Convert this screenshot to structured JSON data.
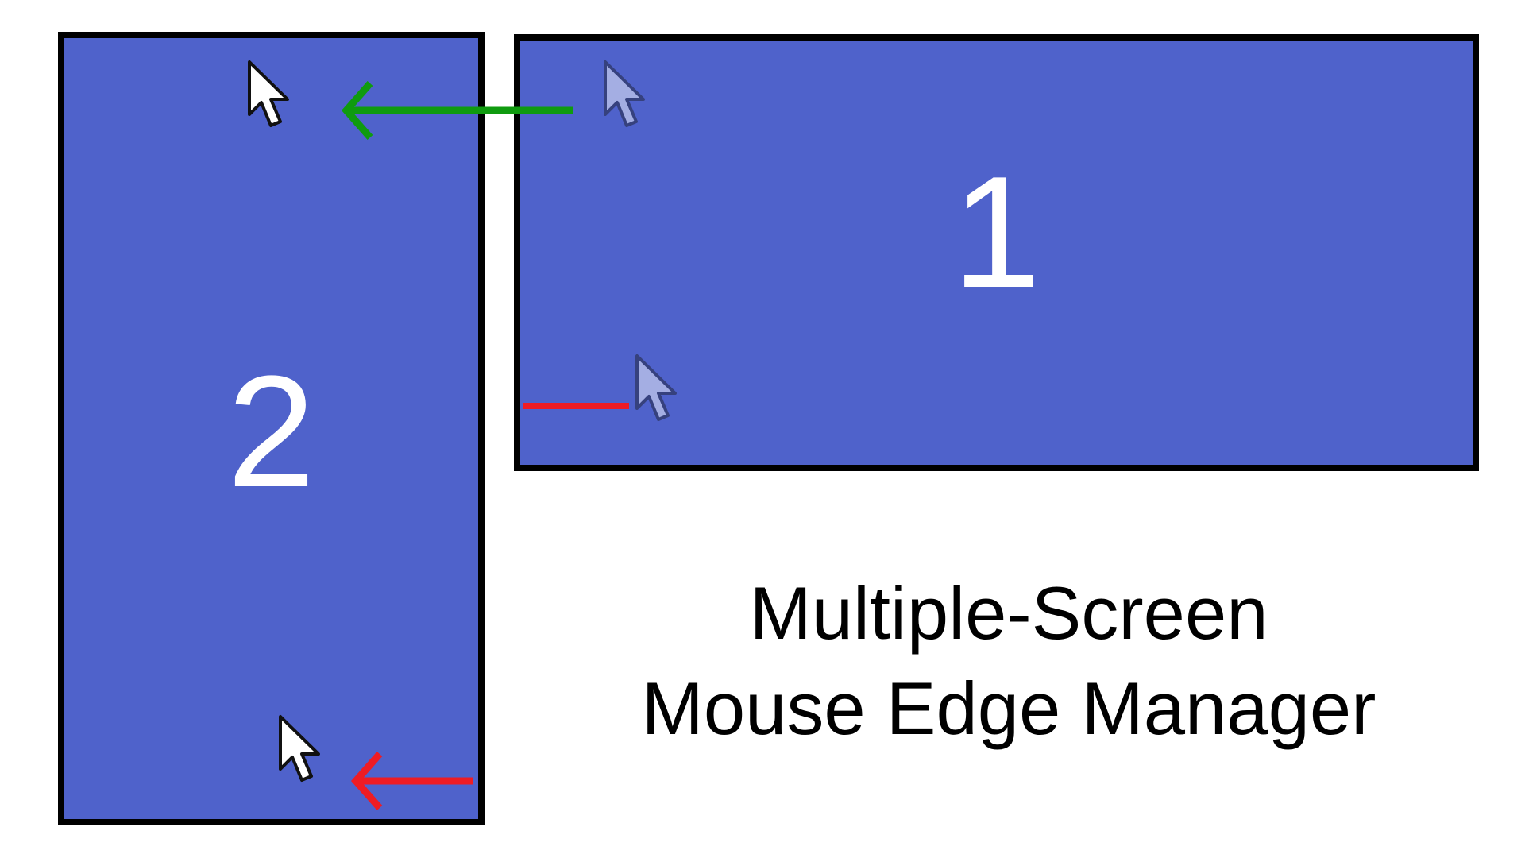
{
  "screens": [
    {
      "id": "1",
      "label": "1"
    },
    {
      "id": "2",
      "label": "2"
    }
  ],
  "title": {
    "line1": "Multiple-Screen",
    "line2": "Mouse Edge Manager"
  },
  "colors": {
    "screen_fill": "#4f62cb",
    "screen_border": "#000000",
    "allowed_arrow": "#0f9b0f",
    "blocked_arrow": "#ee1c24",
    "cursor_active": "#ffffff",
    "cursor_ghost": "#a4aee3"
  },
  "icons": [
    "mouse-cursor-icon",
    "arrow-left-icon",
    "edge-barrier-line"
  ]
}
